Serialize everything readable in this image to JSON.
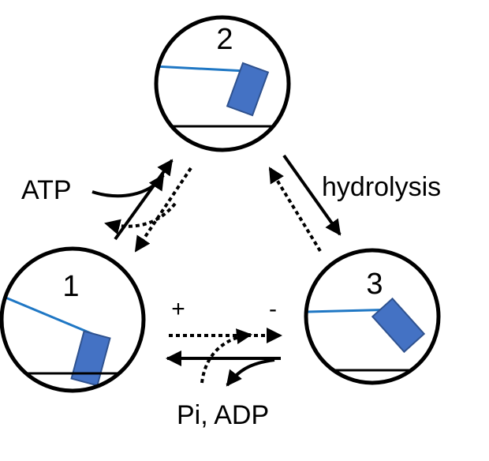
{
  "states": [
    {
      "number": "1"
    },
    {
      "number": "2"
    },
    {
      "number": "3"
    }
  ],
  "labels": {
    "atp": "ATP",
    "hydrolysis": "hydrolysis",
    "products": "Pi, ADP",
    "plus": "+",
    "minus": "-"
  },
  "colors": {
    "outline": "#000000",
    "filament": "#1f77c4",
    "head": "#4472c4",
    "head_stroke": "#2f528f"
  }
}
